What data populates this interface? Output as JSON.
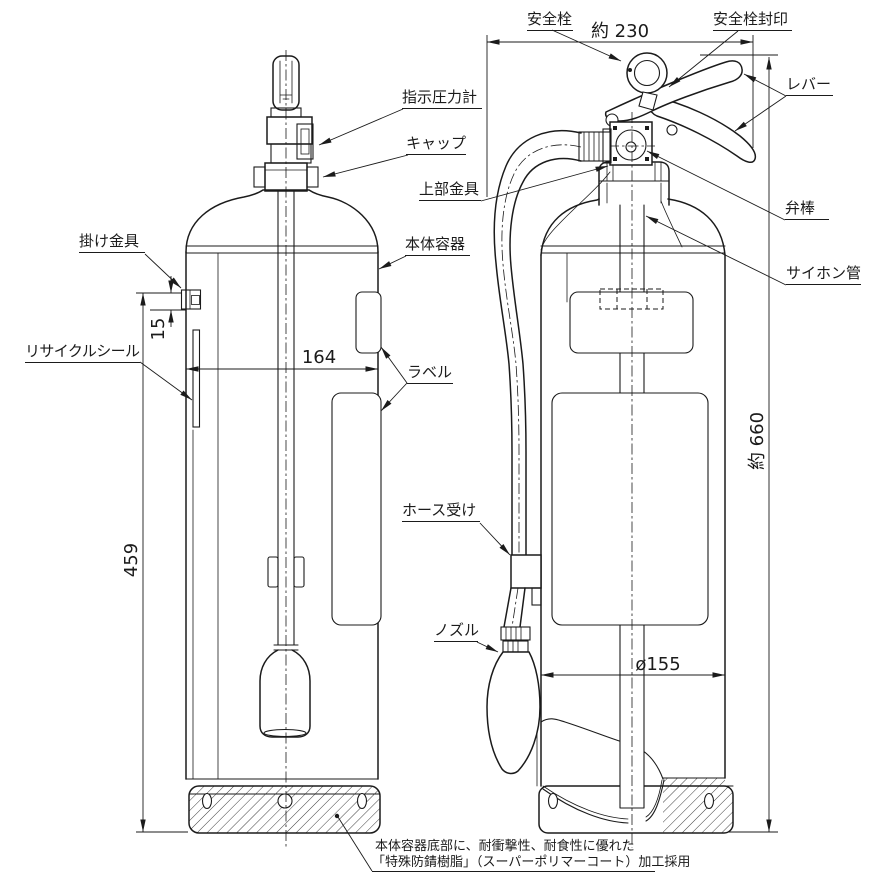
{
  "drawing_type": "fire-extinguisher-technical-diagram",
  "colors": {
    "ink": "#1b1b1b",
    "background": "#ffffff"
  },
  "labels": {
    "safety_pin": "安全栓",
    "safety_pin_seal": "安全栓封印",
    "lever": "レバー",
    "pressure_gauge": "指示圧力計",
    "cap": "キャップ",
    "upper_fitting": "上部金具",
    "body_container": "本体容器",
    "valve_stem": "弁棒",
    "siphon_tube": "サイホン管",
    "hanging_bracket": "掛け金具",
    "recycle_seal": "リサイクルシール",
    "label_sticker": "ラベル",
    "hose_holder": "ホース受け",
    "nozzle": "ノズル"
  },
  "dimensions": {
    "overall_width": "約 230",
    "overall_height": "約 660",
    "bracket_to_bottom": "459",
    "bracket_offset": "15",
    "side_width": "164",
    "diameter": "ø155"
  },
  "note": {
    "line1": "本体容器底部に、耐衝撃性、耐食性に優れた",
    "line2": "「特殊防錆樹脂」（スーパーポリマーコート）加工採用"
  }
}
